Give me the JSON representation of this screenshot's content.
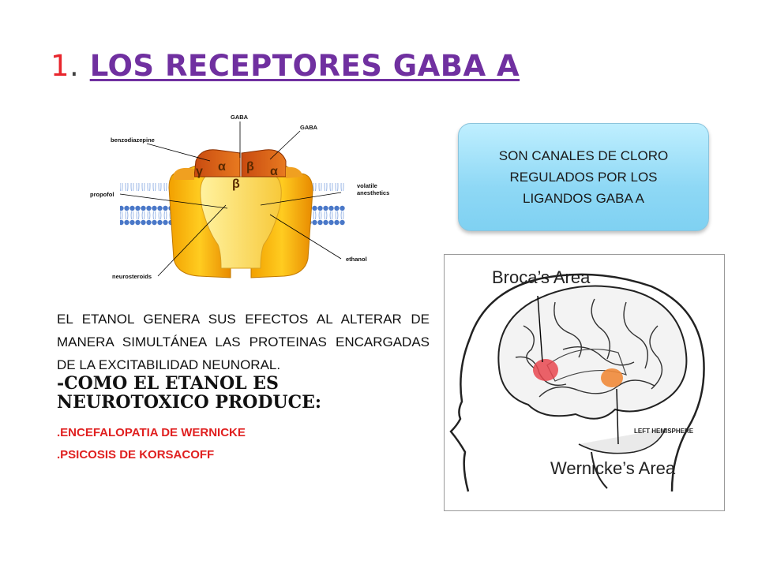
{
  "title": {
    "number": "1",
    "dot": ".",
    "text": "LOS RECEPTORES GABA A"
  },
  "receptor_diagram": {
    "labels": {
      "gaba_top": "GABA",
      "gaba_right": "GABA",
      "benzodiazepine": "benzodiazepine",
      "propofol": "propofol",
      "volatile": "volatile",
      "anesthetics": "anesthetics",
      "ethanol": "ethanol",
      "neurosteroids": "neurosteroids"
    },
    "subunits": {
      "gamma": "γ",
      "alpha1": "α",
      "beta1": "β",
      "alpha2": "α",
      "beta2": "β"
    }
  },
  "callout": {
    "text": "SON CANALES DE CLORO REGULADOS POR LOS LIGANDOS GABA A"
  },
  "brain_diagram": {
    "broca": "Broca’s Area",
    "wernicke": "Wernicke’s Area",
    "hemisphere": "LEFT HEMISPHERE"
  },
  "body": {
    "paragraph": "EL ETANOL GENERA SUS EFECTOS AL ALTERAR DE MANERA SIMULTÁNEA LAS PROTEINAS ENCARGADAS DE LA EXCITABILIDAD NEUNORAL.",
    "heading": "-Como el etanol es neurotoxico produce:",
    "items": [
      ".ENCEFALOPATIA DE WERNICKE",
      ".PSICOSIS DE KORSACOFF"
    ]
  }
}
